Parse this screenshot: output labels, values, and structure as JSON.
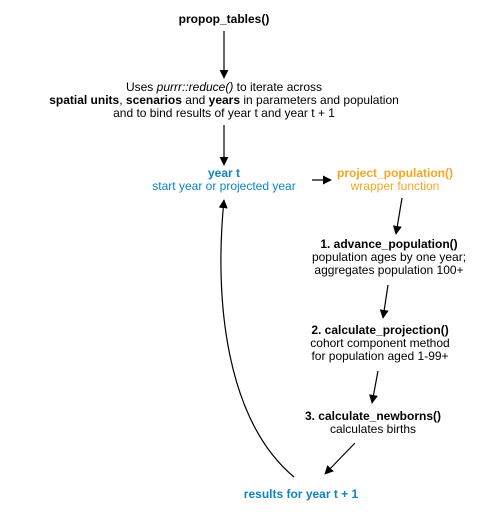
{
  "colors": {
    "blue": "#0f84c4",
    "orange": "#f5a623",
    "arrow": "#000000"
  },
  "nodes": {
    "propop_tables": {
      "title": "propop_tables()"
    },
    "uses": {
      "line1": {
        "pre": "Uses ",
        "italic": "purrr::reduce()",
        "post": " to iterate across"
      },
      "line2": {
        "b1": "spatial units",
        "t1": ", ",
        "b2": "scenarios",
        "t2": " and ",
        "b3": "years",
        "t3": " in parameters and population"
      },
      "line3": "and to bind results of year t and year t + 1"
    },
    "year_t": {
      "title": "year t",
      "subtitle": "start year or projected year"
    },
    "project_population": {
      "title": "project_population()",
      "subtitle": "wrapper function"
    },
    "advance_population": {
      "title": "1. advance_population()",
      "line1": "population ages by one year;",
      "line2": "aggregates population 100+"
    },
    "calculate_projection": {
      "title": "2. calculate_projection()",
      "line1": "cohort component method",
      "line2": "for population aged 1-99+"
    },
    "calculate_newborns": {
      "title": "3. calculate_newborns()",
      "line1": "calculates births"
    },
    "results": {
      "title": "results for year t + 1"
    }
  }
}
